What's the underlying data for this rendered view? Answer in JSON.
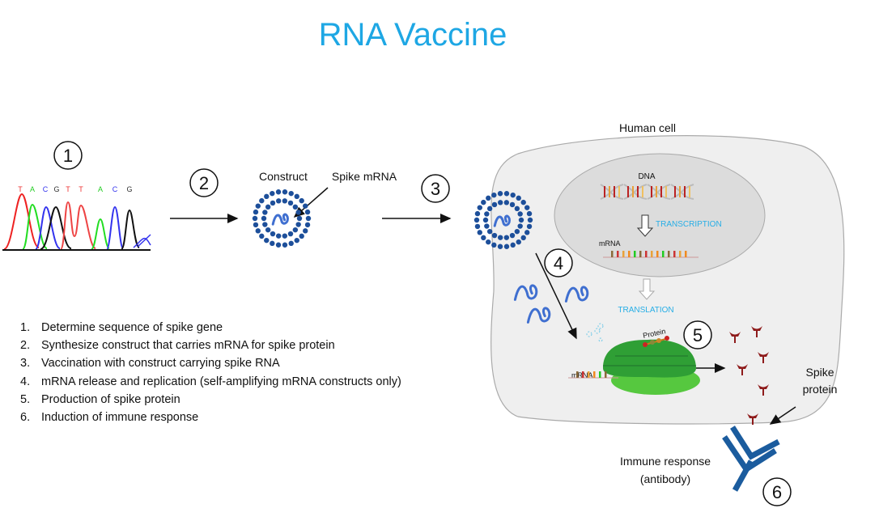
{
  "title": "RNA Vaccine",
  "colors": {
    "title": "#1ea7e4",
    "spike": "#8e1b1b",
    "antibody": "#1b5c9e",
    "mrna": "#3f6fd0",
    "cell": "#efefef",
    "nucleus": "#dcdcdc",
    "ribosome": "#3fb43a",
    "label_blue": "#27aee6"
  },
  "chromatogram": {
    "bases": [
      "T",
      "A",
      "C",
      "G",
      "T",
      "T",
      "A",
      "C",
      "G"
    ]
  },
  "steps_markers": [
    "1",
    "2",
    "3",
    "4",
    "5",
    "6"
  ],
  "labels": {
    "construct": "Construct",
    "spike_mrna": "Spike mRNA",
    "human_cell": "Human cell",
    "dna": "DNA",
    "transcription": "TRANSCRIPTION",
    "mrna_nucleus": "mRNA",
    "translation": "TRANSLATION",
    "protein": "Protein",
    "mrna_ribosome": "mRNA",
    "spike_protein_line1": "Spike",
    "spike_protein_line2": "protein",
    "immune_line1": "Immune response",
    "immune_line2": "(antibody)"
  },
  "steps": [
    {
      "num": "1.",
      "text": "Determine sequence of spike gene"
    },
    {
      "num": "2.",
      "text": "Synthesize construct that carries mRNA for spike protein"
    },
    {
      "num": "3.",
      "text": "Vaccination with construct carrying spike RNA"
    },
    {
      "num": "4.",
      "text": "mRNA release and replication (self-amplifying mRNA constructs only)"
    },
    {
      "num": "5.",
      "text": "Production of spike protein"
    },
    {
      "num": "6.",
      "text": "Induction of immune response"
    }
  ]
}
